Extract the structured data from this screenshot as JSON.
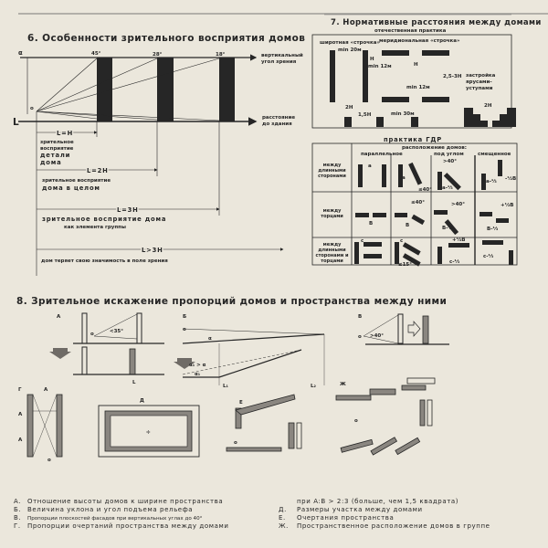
{
  "section6": {
    "title": "6. Особенности зрительного восприятия домов",
    "alpha": "α",
    "l_axis": "L",
    "observer": "о",
    "angles": [
      "45°",
      "28°",
      "18°"
    ],
    "axis_vertical": [
      "вертикальный",
      "угол зрения"
    ],
    "axis_distance": [
      "расстояние",
      "до здания"
    ],
    "dims": [
      {
        "label": "L=H",
        "text": [
          "зрительное",
          "восприятие",
          "детали",
          "дома"
        ]
      },
      {
        "label": "L=2H",
        "text": [
          "зрительное восприятие",
          "дома в целом"
        ]
      },
      {
        "label": "L=3H",
        "text": [
          "зрительное восприятие дома",
          "как элемента группы"
        ]
      },
      {
        "label": "L>3H",
        "text": [
          "дом теряет свою значимость в поле зрения"
        ]
      }
    ]
  },
  "section7": {
    "title": "7. Нормативные расстояния между домами",
    "domestic": {
      "title": "отечественная практика",
      "labels": [
        "широтная «строчка»",
        "меридиональная «строчка»",
        "min 20м",
        "H",
        "min 12м",
        "H",
        "2,5-3H",
        "min 12м",
        "2H",
        "1,5H",
        "min 30м",
        "застройка ярусами-уступами",
        "2H"
      ]
    },
    "gdr": {
      "title": "практика ГДР",
      "header": "расположение домов:",
      "columns": [
        "параллельное",
        "под углом",
        "смещенное"
      ],
      "rows": [
        "между длинными сторонами",
        "между торцами",
        "между длинными сторонами и торцами"
      ],
      "marks": [
        "a",
        "a",
        "≤40°",
        ">40°",
        "a-⅓",
        "-½B",
        "a-⅓",
        "≤40°",
        ">40°",
        "B",
        "B",
        "B-⅓",
        "+½B",
        "B-⅓",
        "c",
        "c",
        "+½B",
        "c-⅓",
        "≤15°",
        "c-⅓"
      ]
    }
  },
  "section8": {
    "title": "8. Зрительное искажение пропорций домов и пространства между ними",
    "panels": {
      "A": {
        "label": "А",
        "angle": "<35°",
        "observer": "о",
        "dim": "L"
      },
      "B": {
        "label": "Б",
        "alpha": "α",
        "alpha_cmp": "α₁ > α",
        "alpha1": "α₁",
        "dim1": "L₁",
        "dim2": "L₂"
      },
      "V": {
        "label": "В",
        "angle": ">40°",
        "observer": "о"
      },
      "G": {
        "label": "Г",
        "dim": "A",
        "dim_v": [
          "A",
          "A"
        ],
        "observer": "о"
      },
      "D": {
        "label": "Д"
      },
      "E": {
        "label": "Е",
        "observer": "о"
      },
      "Zh": {
        "label": "Ж",
        "observer": "о"
      }
    },
    "legend_left": [
      {
        "key": "А.",
        "text": "Отношение высоты домов к ширине пространства"
      },
      {
        "key": "Б.",
        "text": "Величина уклона и угол подъема рельефа"
      },
      {
        "key": "В.",
        "text": "Пропорции плоскостей фасадов при вертикальных углах до 40°"
      },
      {
        "key": "Г.",
        "text": "Пропорции очертаний пространства между домами"
      }
    ],
    "legend_right": [
      {
        "key": "",
        "text": "при A:B > 2:3 (больше, чем 1,5 квадрата)"
      },
      {
        "key": "Д.",
        "text": "Размеры участка между домами"
      },
      {
        "key": "Е.",
        "text": "Очертания пространства"
      },
      {
        "key": "Ж.",
        "text": "Пространственное расположение домов в группе"
      }
    ]
  }
}
